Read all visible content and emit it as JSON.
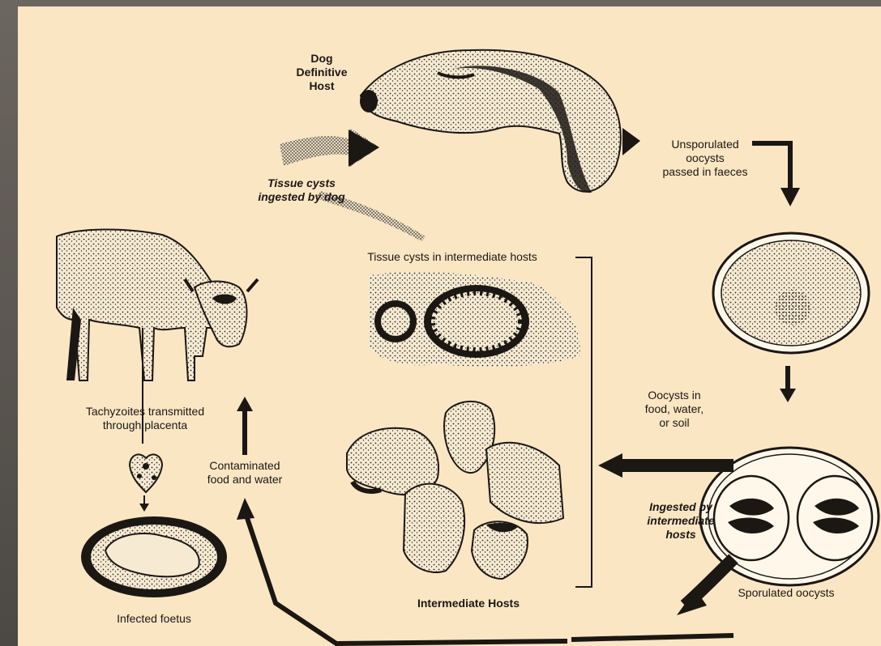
{
  "labels": {
    "dog_host": "Dog\nDefinitive\nHost",
    "tissue_cysts_ingested": "Tissue  cysts\ningested  by  dog",
    "unsporulated": "Unsporulated\noocysts\npassed  in  faeces",
    "tissue_cysts_intermediate": "Tissue  cysts  in  intermediate  hosts",
    "tachyzoites": "Tachyzoites  transmitted\nthrough  placenta",
    "contaminated": "Contaminated\nfood  and  water",
    "oocysts_food": "Oocysts  in\nfood,  water,\nor  soil",
    "ingested_intermediate": "Ingested  by\nintermediate\nhosts",
    "sporulated": "Sporulated  oocysts",
    "intermediate_hosts": "Intermediate  Hosts",
    "infected_foetus": "Infected  foetus"
  },
  "colors": {
    "background": "#fbe6c4",
    "ink": "#1b1713",
    "frame": "#57524c"
  },
  "icons": {
    "dog": "dog-head-illustration",
    "cow": "cow-illustration",
    "unsporulated_oocyst": "unsporulated-oocyst-illustration",
    "sporulated_oocyst": "sporulated-oocyst-illustration",
    "tissue_cyst": "tissue-cyst-illustration",
    "intermediate_hosts": "intermediate-hosts-illustration",
    "placenta": "placenta-illustration",
    "foetus": "foetus-illustration"
  }
}
